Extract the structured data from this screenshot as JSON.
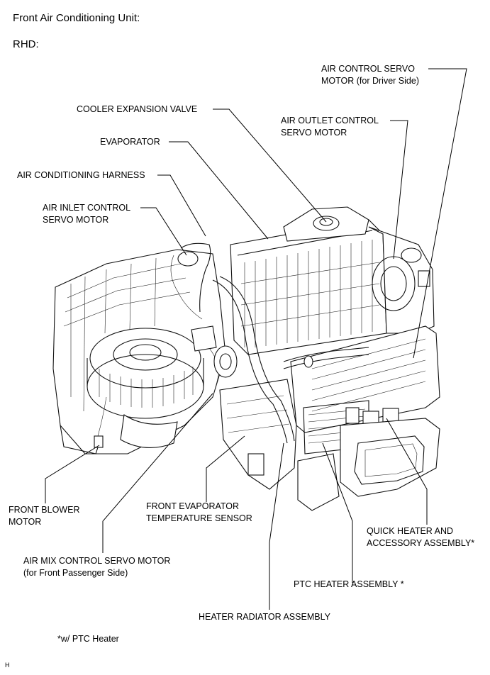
{
  "header": {
    "title": "Front Air Conditioning Unit:",
    "subtitle": "RHD:"
  },
  "labels": {
    "air_control_servo_driver": [
      "AIR CONTROL SERVO",
      "MOTOR (for Driver Side)"
    ],
    "cooler_expansion_valve": [
      "COOLER EXPANSION VALVE"
    ],
    "air_outlet_control_servo": [
      "AIR OUTLET CONTROL",
      "SERVO MOTOR"
    ],
    "evaporator": [
      "EVAPORATOR"
    ],
    "air_conditioning_harness": [
      "AIR CONDITIONING HARNESS"
    ],
    "air_inlet_control_servo": [
      "AIR INLET CONTROL",
      "SERVO MOTOR"
    ],
    "front_blower_motor": [
      "FRONT BLOWER",
      "MOTOR"
    ],
    "front_evaporator_temp_sensor": [
      "FRONT EVAPORATOR",
      "TEMPERATURE SENSOR"
    ],
    "quick_heater_accessory": [
      "QUICK HEATER AND",
      "ACCESSORY ASSEMBLY*"
    ],
    "air_mix_control_servo": [
      "AIR MIX CONTROL SERVO MOTOR",
      "(for Front Passenger Side)"
    ],
    "ptc_heater_assembly": [
      "PTC HEATER ASSEMBLY *"
    ],
    "heater_radiator_assembly": [
      "HEATER RADIATOR ASSEMBLY"
    ]
  },
  "footnote": "*w/ PTC Heater",
  "corner_mark": "H"
}
